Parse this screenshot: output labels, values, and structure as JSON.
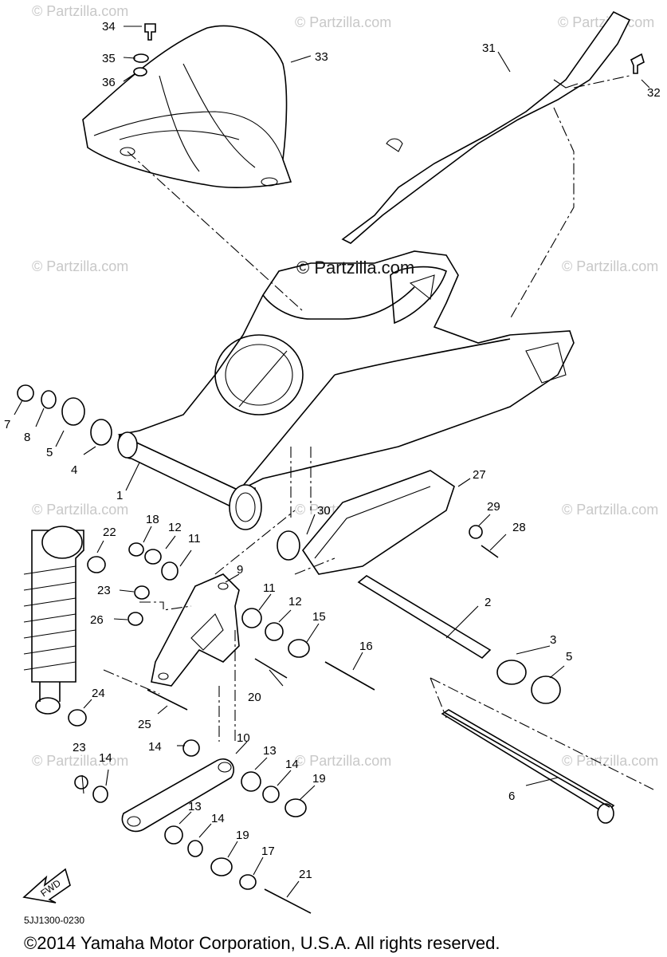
{
  "watermark": "© Partzilla.com",
  "center_watermark": "© Partzilla.com",
  "diagram_code": "5JJ1300-0230",
  "fwd_label": "FWD",
  "copyright": "©2014 Yamaha Motor Corporation, U.S.A. All rights reserved.",
  "callouts": [
    "1",
    "2",
    "3",
    "4",
    "5",
    "5",
    "6",
    "7",
    "8",
    "9",
    "10",
    "11",
    "11",
    "12",
    "12",
    "13",
    "13",
    "14",
    "14",
    "14",
    "14",
    "15",
    "16",
    "17",
    "18",
    "19",
    "19",
    "20",
    "21",
    "22",
    "23",
    "23",
    "24",
    "25",
    "26",
    "27",
    "28",
    "29",
    "30",
    "31",
    "32",
    "33",
    "34",
    "35",
    "36"
  ]
}
